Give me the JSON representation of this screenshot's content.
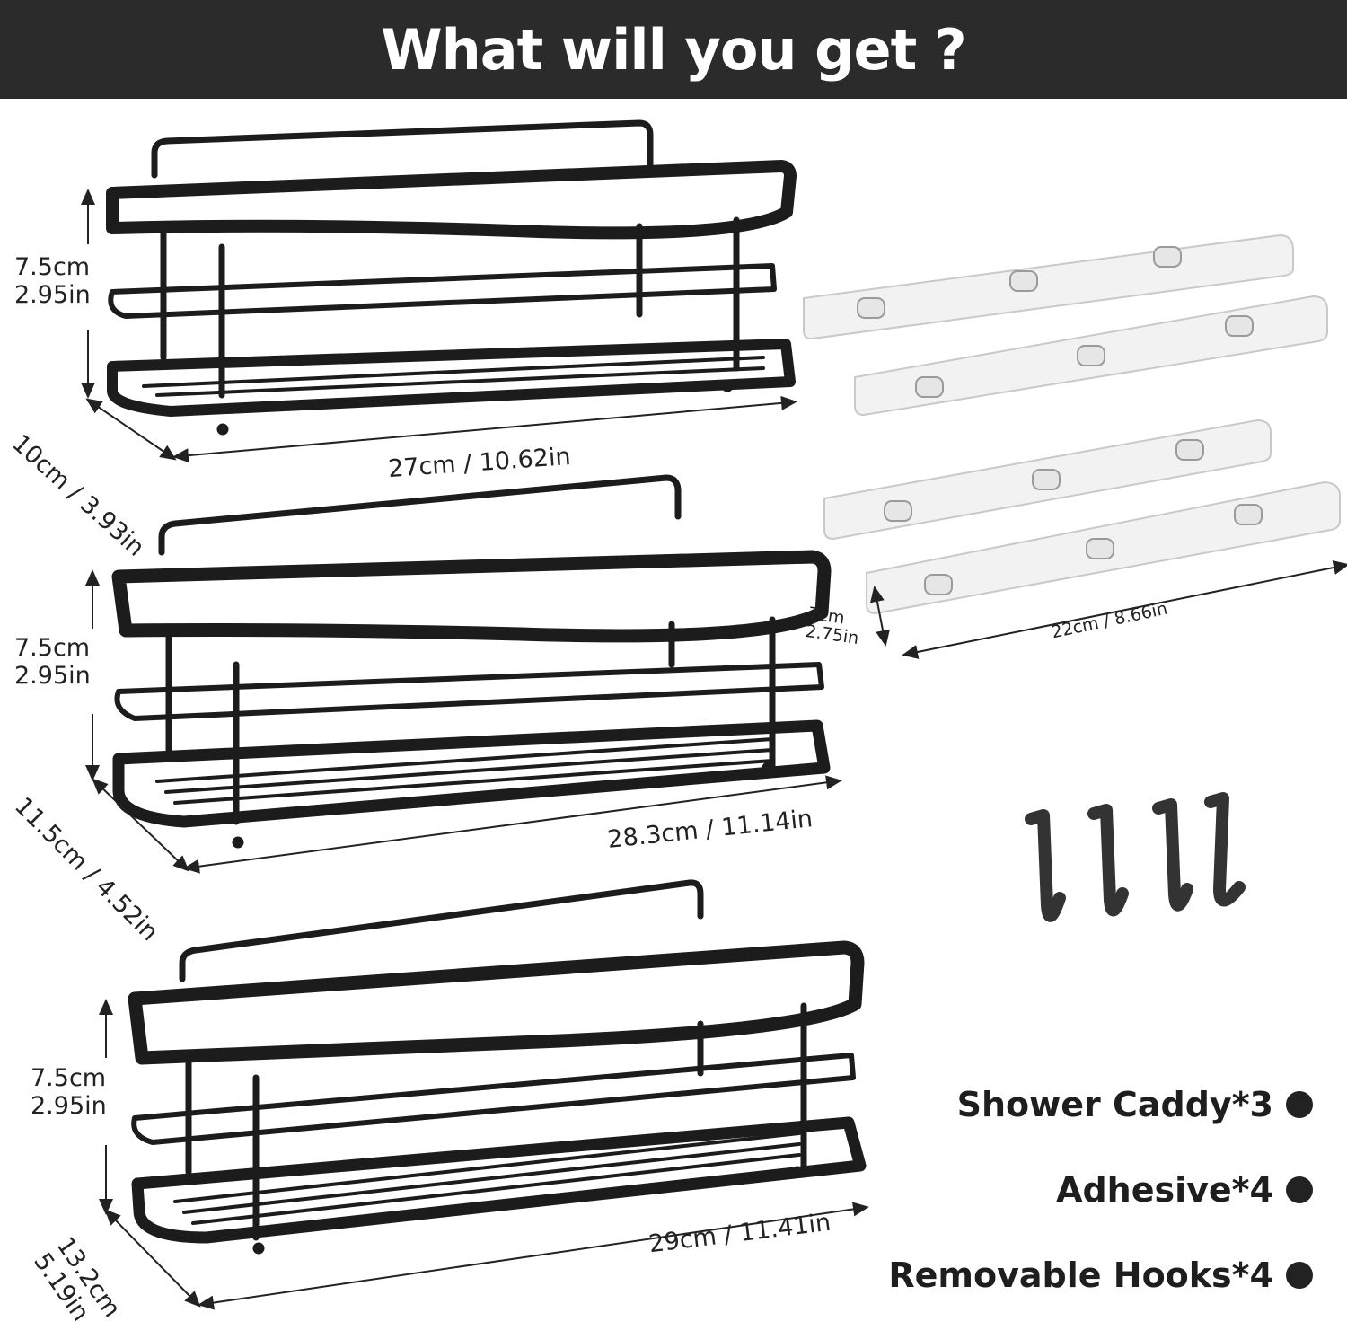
{
  "header": {
    "title": "What will you get ?"
  },
  "baskets": [
    {
      "height_cm": "7.5cm",
      "height_in": "2.95in",
      "depth": "10cm / 3.93in",
      "width": "27cm / 10.62in"
    },
    {
      "height_cm": "7.5cm",
      "height_in": "2.95in",
      "depth": "11.5cm / 4.52in",
      "width": "28.3cm / 11.14in"
    },
    {
      "height_cm": "7.5cm",
      "height_in": "2.95in",
      "depth_cm": "13.2cm",
      "depth_in": "5.19in",
      "width": "29cm / 11.41in"
    }
  ],
  "adhesive": {
    "height_cm": "7cm",
    "height_in": "2.75in",
    "width": "22cm / 8.66in"
  },
  "legend": [
    {
      "label": "Shower Caddy*3"
    },
    {
      "label": "Adhesive*4"
    },
    {
      "label": "Removable Hooks*4"
    }
  ],
  "colors": {
    "banner": "#2b2b2b",
    "metal": "#1c1c1c",
    "adhesive_fill": "#f2f2f2"
  }
}
